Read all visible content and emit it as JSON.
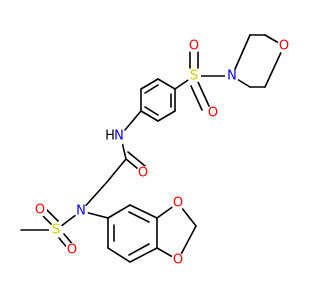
{
  "colors": {
    "carbon_bond": "#000000",
    "oxygen": "#ff0000",
    "nitrogen": "#0000ff",
    "sulfur": "#cccc00",
    "nh": "#000000",
    "background": "#ffffff"
  },
  "atom_labels": {
    "o_morpholine": "O",
    "n_morpholine": "N",
    "s_sulfonyl_top": "S",
    "o_sulfonyl_top_upper": "O",
    "o_sulfonyl_top_lower": "O",
    "nh_amide": "N",
    "h_amide": "H",
    "o_carbonyl": "O",
    "n_amine": "N",
    "s_mesyl": "S",
    "o_mesyl_upper": "O",
    "o_mesyl_lower": "O",
    "o_dioxole_upper": "O",
    "o_dioxole_lower": "O"
  }
}
